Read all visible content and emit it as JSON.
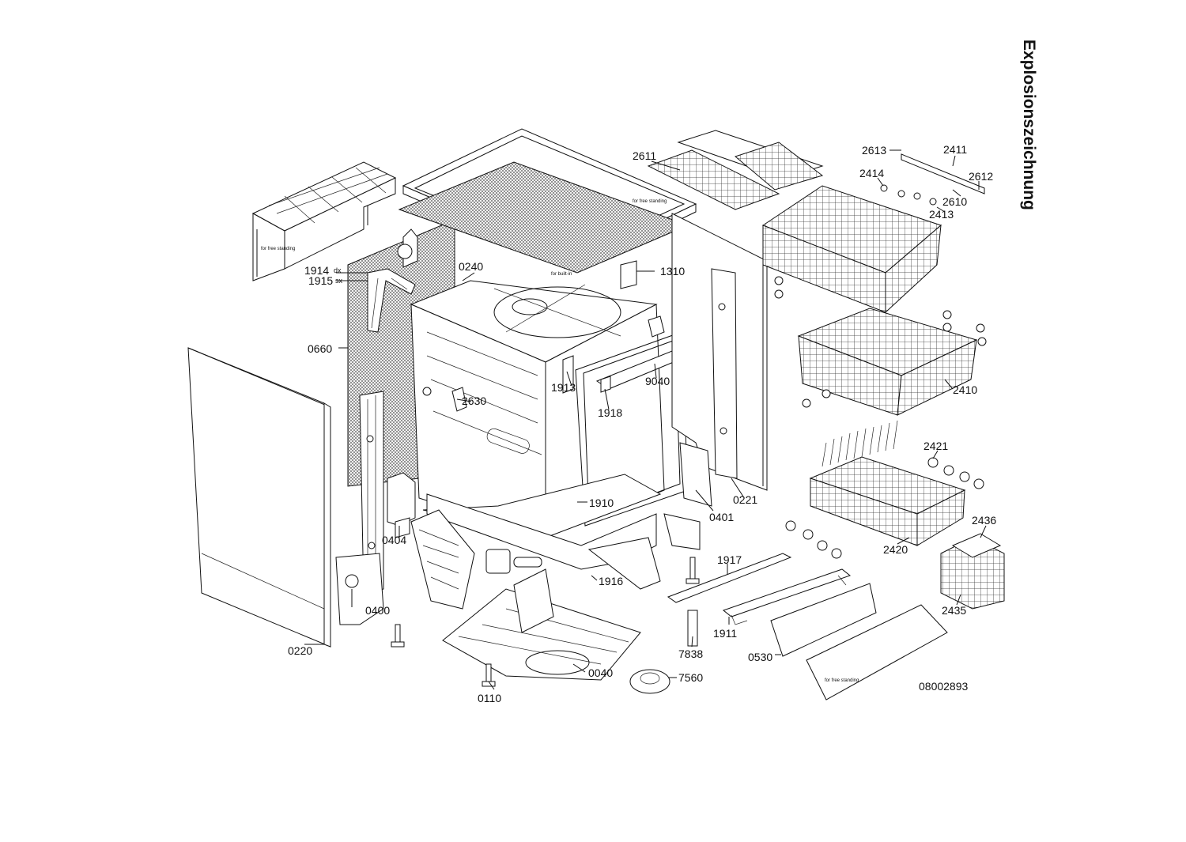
{
  "title": "Explosionszeichnung",
  "drawing_number": "08002893",
  "notes": {
    "free_standing": "for free standing",
    "built_in": "for built-in"
  },
  "suffix": {
    "dx": "dx",
    "sx": "sx"
  },
  "labels": {
    "p0110": "0110",
    "p0220": "0220",
    "p0221": "0221",
    "p0240": "0240",
    "p0040": "0040",
    "p0400": "0400",
    "p0401": "0401",
    "p0404": "0404",
    "p0530": "0530",
    "p0660": "0660",
    "p1310": "1310",
    "p1910": "1910",
    "p1911": "1911",
    "p1913": "1913",
    "p1914": "1914",
    "p1915": "1915",
    "p1916": "1916",
    "p1917": "1917",
    "p1918": "1918",
    "p2410": "2410",
    "p2411": "2411",
    "p2413": "2413",
    "p2414": "2414",
    "p2420": "2420",
    "p2421": "2421",
    "p2435": "2435",
    "p2436": "2436",
    "p2610": "2610",
    "p2611": "2611",
    "p2612": "2612",
    "p2613": "2613",
    "p2630": "2630",
    "p7560": "7560",
    "p7838": "7838",
    "p9040": "9040"
  }
}
